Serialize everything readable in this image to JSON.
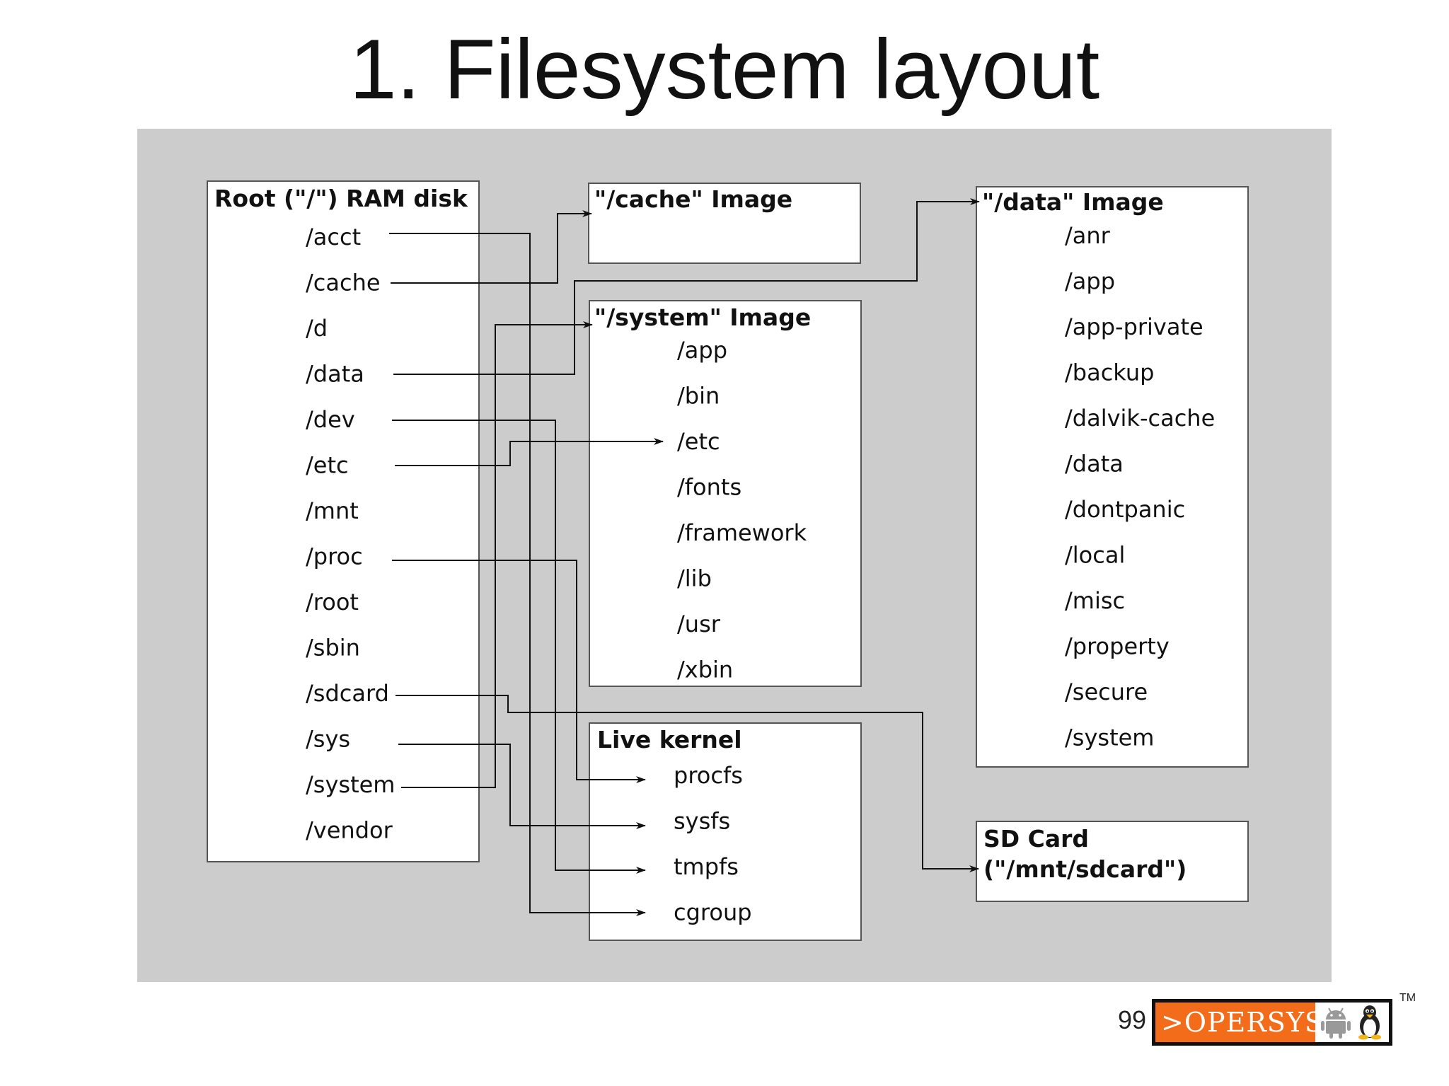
{
  "slide": {
    "title": "1. Filesystem layout",
    "page_number": "99"
  },
  "diagram": {
    "boxes": {
      "root": {
        "title": "Root (\"/\") RAM disk",
        "items": [
          "/acct",
          "/cache",
          "/d",
          "/data",
          "/dev",
          "/etc",
          "/mnt",
          "/proc",
          "/root",
          "/sbin",
          "/sdcard",
          "/sys",
          "/system",
          "/vendor"
        ]
      },
      "cache": {
        "title": "\"/cache\" Image"
      },
      "system": {
        "title": "\"/system\" Image",
        "items": [
          "/app",
          "/bin",
          "/etc",
          "/fonts",
          "/framework",
          "/lib",
          "/usr",
          "/xbin"
        ]
      },
      "kernel": {
        "title": "Live kernel",
        "items": [
          "procfs",
          "sysfs",
          "tmpfs",
          "cgroup"
        ]
      },
      "data": {
        "title": "\"/data\" Image",
        "items": [
          "/anr",
          "/app",
          "/app-private",
          "/backup",
          "/dalvik-cache",
          "/data",
          "/dontpanic",
          "/local",
          "/misc",
          "/property",
          "/secure",
          "/system"
        ]
      },
      "sdcard": {
        "title_line1": "SD Card",
        "title_line2": "(\"/mnt/sdcard\")"
      }
    },
    "links": [
      {
        "from": "/acct",
        "to": "cgroup"
      },
      {
        "from": "/cache",
        "to": "\"/cache\" Image"
      },
      {
        "from": "/data",
        "to": "\"/data\" Image"
      },
      {
        "from": "/dev",
        "to": "tmpfs"
      },
      {
        "from": "/etc",
        "to": "/system/etc"
      },
      {
        "from": "/proc",
        "to": "procfs"
      },
      {
        "from": "/sdcard",
        "to": "SD Card"
      },
      {
        "from": "/sys",
        "to": "sysfs"
      },
      {
        "from": "/system",
        "to": "\"/system\" Image"
      }
    ]
  },
  "logo": {
    "text": ">OPERSYS",
    "trademark": "TM",
    "icons": [
      "android-icon",
      "tux-penguin-icon"
    ],
    "accent_color": "#f26c1a"
  },
  "colors": {
    "panel_background": "#cccccc",
    "box_background": "#ffffff",
    "line_color": "#111111"
  }
}
